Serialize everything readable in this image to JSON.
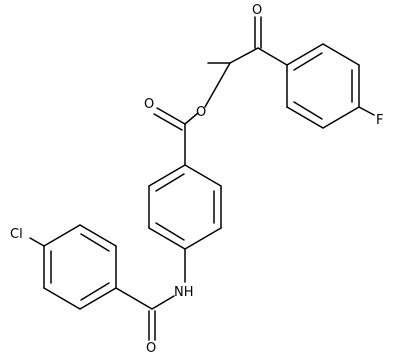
{
  "atoms": {
    "ketone_oxygen": "O",
    "ester_ring_oxygen": "O",
    "ester_carbonyl_oxygen": "O",
    "fluorine": "F",
    "chlorine": "Cl",
    "amide_nitrogen": "NH",
    "amide_oxygen": "O"
  },
  "colors": {
    "bond": "#000000",
    "label": "#000000",
    "background": "#ffffff"
  }
}
